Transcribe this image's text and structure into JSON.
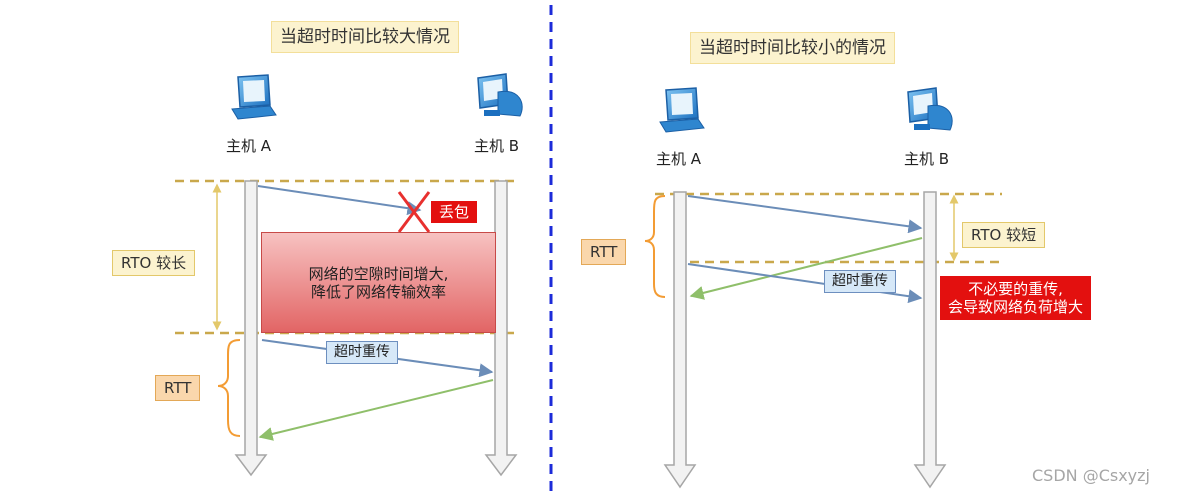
{
  "left_panel": {
    "title": "当超时时间比较大情况",
    "host_a": "主机 A",
    "host_b": "主机 B",
    "rto_label": "RTO 较长",
    "rtt_label": "RTT",
    "loss_label": "丢包",
    "note_line1": "网络的空隙时间增大,",
    "note_line2": "降低了网络传输效率",
    "retransmit_label": "超时重传"
  },
  "right_panel": {
    "title": "当超时时间比较小的情况",
    "host_a": "主机 A",
    "host_b": "主机 B",
    "rto_label": "RTO 较短",
    "rtt_label": "RTT",
    "retransmit_label": "超时重传",
    "note_line1": "不必要的重传,",
    "note_line2": "会导致网络负荷增大"
  },
  "watermark": "CSDN @Csxyzj",
  "colors": {
    "send_arrow": "#6b8db8",
    "ack_arrow": "#8fbf6a",
    "dashed_line": "#c9a84c",
    "brace_yellow": "#e3c86a",
    "brace_orange": "#f39c34",
    "divider": "#1c2bd9",
    "loss_mark": "#e8302e",
    "timeline_fill": "#f2f2f2",
    "timeline_stroke": "#a6a6a6"
  },
  "icons": [
    "laptop-icon",
    "desktop-computer-icon"
  ]
}
